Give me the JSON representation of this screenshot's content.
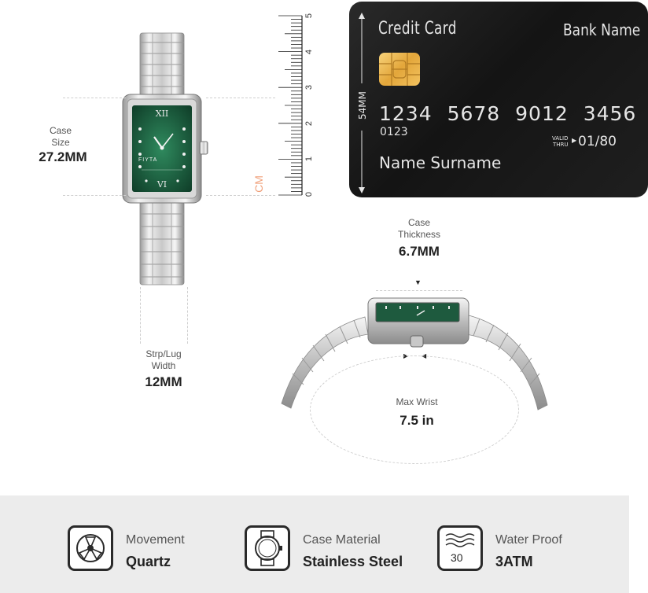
{
  "case_size": {
    "label": "Case\nSize",
    "value": "27.2MM"
  },
  "strap_width": {
    "label": "Strp/Lug\nWidth",
    "value": "12MM"
  },
  "case_thickness": {
    "label": "Case\nThickness",
    "value": "6.7MM"
  },
  "max_wrist": {
    "label": "Max Wrist",
    "value": "7.5 in"
  },
  "ruler": {
    "unit": "CM",
    "ticks": [
      "5",
      "4",
      "3",
      "2",
      "1",
      "0"
    ]
  },
  "watch": {
    "brand": "FIYTA",
    "dial_color": "#1e5a3e"
  },
  "credit_card": {
    "title": "Credit Card",
    "bank": "Bank Name",
    "number": "1234 5678 9012 3456",
    "sub_number": "0123",
    "valid_label": "VALID\nTHRU",
    "expiry": "01/80",
    "name": "Name Surname",
    "height": "54MM"
  },
  "features": [
    {
      "icon": "movement-icon",
      "label": "Movement",
      "value": "Quartz"
    },
    {
      "icon": "case-material-icon",
      "label": "Case Material",
      "value": "Stainless Steel"
    },
    {
      "icon": "water-proof-icon",
      "label": "Water Proof",
      "value": "3ATM",
      "badge": "30"
    }
  ],
  "colors": {
    "accent_orange": "#f0a07a",
    "card_bg": "#1a1a1a",
    "footer_bg": "#ececec"
  }
}
